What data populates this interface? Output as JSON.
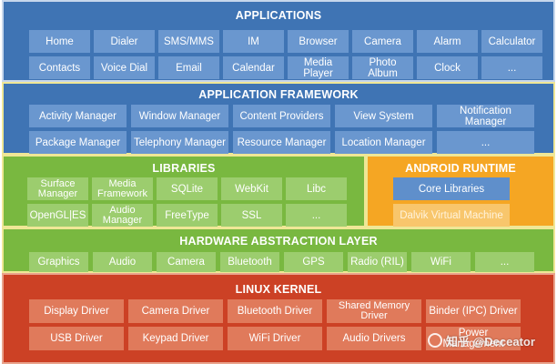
{
  "layers": {
    "applications": {
      "title": "APPLICATIONS",
      "items": [
        "Home",
        "Dialer",
        "SMS/MMS",
        "IM",
        "Browser",
        "Camera",
        "Alarm",
        "Calculator",
        "Contacts",
        "Voice Dial",
        "Email",
        "Calendar",
        "Media Player",
        "Photo Album",
        "Clock",
        "..."
      ]
    },
    "framework": {
      "title": "APPLICATION FRAMEWORK",
      "items": [
        "Activity Manager",
        "Window Manager",
        "Content Providers",
        "View System",
        "Notification Manager",
        "Package Manager",
        "Telephony Manager",
        "Resource Manager",
        "Location Manager",
        "..."
      ]
    },
    "libraries": {
      "title": "LIBRARIES",
      "items": [
        "Surface\nManager",
        "Media\nFramework",
        "SQLite",
        "WebKit",
        "Libc",
        "OpenGL|ES",
        "Audio\nManager",
        "FreeType",
        "SSL",
        "..."
      ]
    },
    "runtime": {
      "title": "ANDROID RUNTIME",
      "items": [
        "Core Libraries",
        "Dalvik Virtual Machine"
      ]
    },
    "hal": {
      "title": "HARDWARE ABSTRACTION LAYER",
      "items": [
        "Graphics",
        "Audio",
        "Camera",
        "Bluetooth",
        "GPS",
        "Radio (RIL)",
        "WiFi",
        "..."
      ]
    },
    "kernel": {
      "title": "LINUX KERNEL",
      "items": [
        "Display Driver",
        "Camera Driver",
        "Bluetooth Driver",
        "Shared Memory\nDriver",
        "Binder (IPC) Driver",
        "USB Driver",
        "Keypad Driver",
        "WiFi Driver",
        "Audio Drivers",
        "Power Management"
      ]
    }
  },
  "watermark": "知乎 @Deceator",
  "colors": {
    "app_bg": "#3f74b4",
    "app_cell": "#6a97cf",
    "lib_bg": "#79b840",
    "lib_cell": "#9ccd6e",
    "runtime_bg": "#f5a623",
    "kernel_bg": "#cc4125",
    "kernel_cell": "#e07a5b"
  }
}
